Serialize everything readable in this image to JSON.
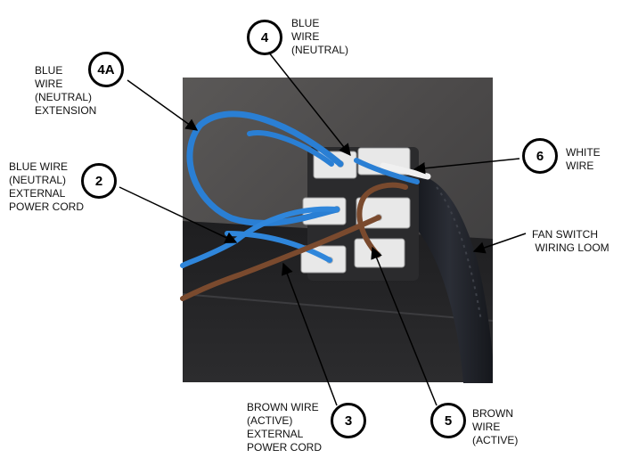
{
  "callouts": [
    {
      "id": "4",
      "label": "BLUE\nWIRE\n(NEUTRAL)"
    },
    {
      "id": "4A",
      "label": "BLUE\nWIRE\n(NEUTRAL)\nEXTENSION"
    },
    {
      "id": "2",
      "label": "BLUE WIRE\n(NEUTRAL)\nEXTERNAL\nPOWER CORD"
    },
    {
      "id": "6",
      "label": "WHITE\nWIRE"
    },
    {
      "id": "fan",
      "label": "FAN SWITCH\n WIRING LOOM"
    },
    {
      "id": "3",
      "label": "BROWN WIRE\n(ACTIVE)\nEXTERNAL\nPOWER CORD"
    },
    {
      "id": "5",
      "label": "BROWN\nWIRE\n(ACTIVE)"
    }
  ],
  "colors": {
    "blue_wire": "#2a7fd4",
    "brown_wire": "#7a4a2e",
    "photo_bg": "#4a4848",
    "loom": "#1c1e24"
  }
}
